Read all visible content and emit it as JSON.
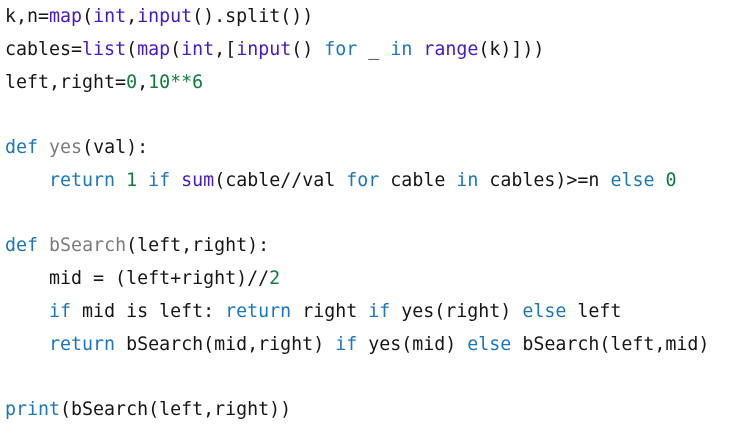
{
  "editor": {
    "language": "python",
    "background": "#ffffff",
    "colors": {
      "plain": "#161616",
      "keyword": "#1b76bd",
      "builtin": "#4418cc",
      "number": "#107c41",
      "defname": "#7b7b7b"
    },
    "lines": [
      {
        "tokens": [
          [
            "plain",
            "k,n="
          ],
          [
            "builtin",
            "map"
          ],
          [
            "plain",
            "("
          ],
          [
            "builtin",
            "int"
          ],
          [
            "plain",
            ","
          ],
          [
            "builtin",
            "input"
          ],
          [
            "plain",
            "().split())"
          ]
        ]
      },
      {
        "tokens": [
          [
            "plain",
            "cables="
          ],
          [
            "builtin",
            "list"
          ],
          [
            "plain",
            "("
          ],
          [
            "builtin",
            "map"
          ],
          [
            "plain",
            "("
          ],
          [
            "builtin",
            "int"
          ],
          [
            "plain",
            ",["
          ],
          [
            "builtin",
            "input"
          ],
          [
            "plain",
            "() "
          ],
          [
            "keyword",
            "for"
          ],
          [
            "plain",
            " _ "
          ],
          [
            "keyword",
            "in"
          ],
          [
            "plain",
            " "
          ],
          [
            "builtin",
            "range"
          ],
          [
            "plain",
            "(k)]))"
          ]
        ]
      },
      {
        "tokens": [
          [
            "plain",
            "left,right="
          ],
          [
            "number",
            "0"
          ],
          [
            "plain",
            ","
          ],
          [
            "number",
            "10**6"
          ]
        ]
      },
      {
        "tokens": []
      },
      {
        "tokens": [
          [
            "keyword",
            "def"
          ],
          [
            "plain",
            " "
          ],
          [
            "defname",
            "yes"
          ],
          [
            "plain",
            "(val):"
          ]
        ]
      },
      {
        "tokens": [
          [
            "plain",
            "    "
          ],
          [
            "keyword",
            "return"
          ],
          [
            "plain",
            " "
          ],
          [
            "number",
            "1"
          ],
          [
            "plain",
            " "
          ],
          [
            "keyword",
            "if"
          ],
          [
            "plain",
            " "
          ],
          [
            "builtin",
            "sum"
          ],
          [
            "plain",
            "(cable//val "
          ],
          [
            "keyword",
            "for"
          ],
          [
            "plain",
            " cable "
          ],
          [
            "keyword",
            "in"
          ],
          [
            "plain",
            " cables)>=n "
          ],
          [
            "keyword",
            "else"
          ],
          [
            "plain",
            " "
          ],
          [
            "number",
            "0"
          ]
        ]
      },
      {
        "tokens": []
      },
      {
        "tokens": [
          [
            "keyword",
            "def"
          ],
          [
            "plain",
            " "
          ],
          [
            "defname",
            "bSearch"
          ],
          [
            "plain",
            "(left,right):"
          ]
        ]
      },
      {
        "tokens": [
          [
            "plain",
            "    mid = (left+right)//"
          ],
          [
            "number",
            "2"
          ]
        ]
      },
      {
        "tokens": [
          [
            "plain",
            "    "
          ],
          [
            "keyword",
            "if"
          ],
          [
            "plain",
            " mid is left: "
          ],
          [
            "keyword",
            "return"
          ],
          [
            "plain",
            " right "
          ],
          [
            "keyword",
            "if"
          ],
          [
            "plain",
            " yes(right) "
          ],
          [
            "keyword",
            "else"
          ],
          [
            "plain",
            " left"
          ]
        ]
      },
      {
        "tokens": [
          [
            "plain",
            "    "
          ],
          [
            "keyword",
            "return"
          ],
          [
            "plain",
            " bSearch(mid,right) "
          ],
          [
            "keyword",
            "if"
          ],
          [
            "plain",
            " yes(mid) "
          ],
          [
            "keyword",
            "else"
          ],
          [
            "plain",
            " bSearch(left,mid)"
          ]
        ]
      },
      {
        "tokens": []
      },
      {
        "tokens": [
          [
            "keyword",
            "print"
          ],
          [
            "plain",
            "(bSearch(left,right))"
          ]
        ]
      }
    ]
  }
}
